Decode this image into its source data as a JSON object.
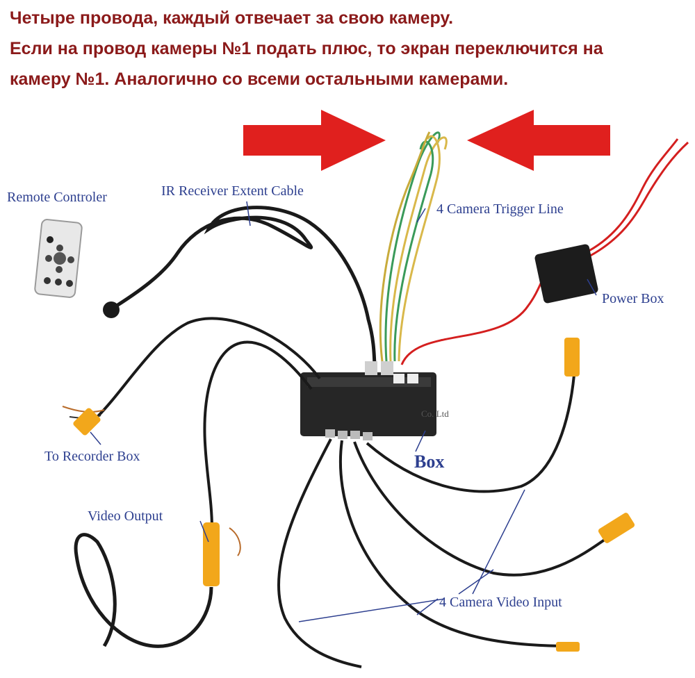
{
  "header": {
    "line1": "Четыре провода, каждый отвечает за свою камеру.",
    "line2": "Если на провод камеры №1 подать плюс, то экран переключится на",
    "line3": "камеру №1.  Аналогично со всеми остальными камерами."
  },
  "labels": {
    "remote": "Remote Controler",
    "ir_cable": "IR Receiver Extent Cable",
    "trigger": "4 Camera Trigger Line",
    "power_box": "Power Box",
    "recorder": "To Recorder Box",
    "box": "Box",
    "box_brand": "Co. Ltd",
    "video_output": "Video Output",
    "video_input": "4 Camera Video Input"
  },
  "colors": {
    "header_text": "#8b1a1a",
    "label_text": "#2d3f8f",
    "arrow": "#e0201e",
    "rca_yellow": "#f2a71b",
    "wire_green": "#3a9a5a",
    "wire_yellow": "#d9b84a",
    "wire_red": "#d41f1f"
  }
}
